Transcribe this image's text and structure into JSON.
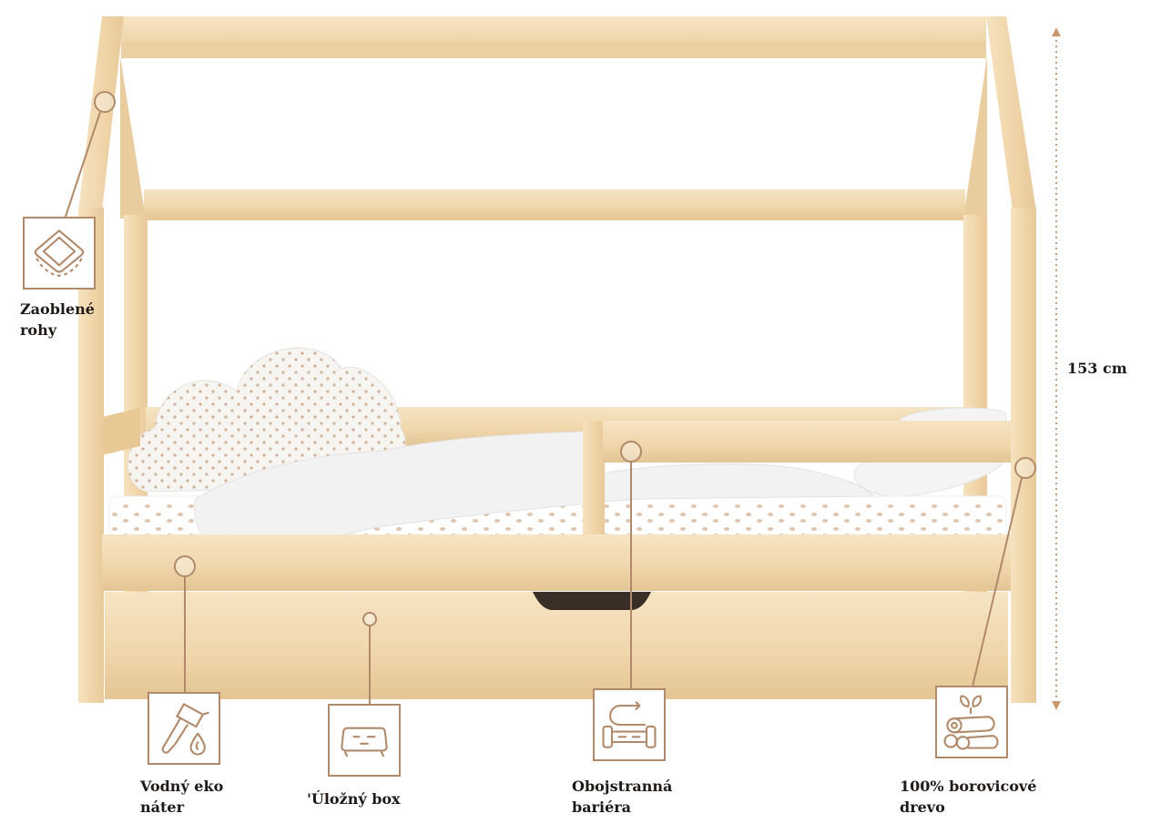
{
  "colors": {
    "wood": "#f2dcb4",
    "wood_dark": "#e3c494",
    "accent": "#b08a6a",
    "dim_line": "#c99a72",
    "text": "#1f1a17",
    "sheet": "#f3f3f3",
    "dots": "#d8b79a"
  },
  "features": [
    {
      "id": "rounded-corners",
      "label": "Zaoblené\nrohy",
      "icon": "rounded-corner-icon"
    },
    {
      "id": "eco-coating",
      "label": "Vodný eko\nnáter",
      "icon": "paint-brush-drop-icon"
    },
    {
      "id": "storage-box",
      "label": "'Úložný box",
      "icon": "drawer-box-icon"
    },
    {
      "id": "barrier",
      "label": "Obojstranná\nbariéra",
      "icon": "reversible-barrier-icon"
    },
    {
      "id": "pine-wood",
      "label": "100% borovicové\ndrevo",
      "icon": "wood-logs-icon"
    }
  ],
  "dimension": {
    "height_label": "153 cm"
  }
}
